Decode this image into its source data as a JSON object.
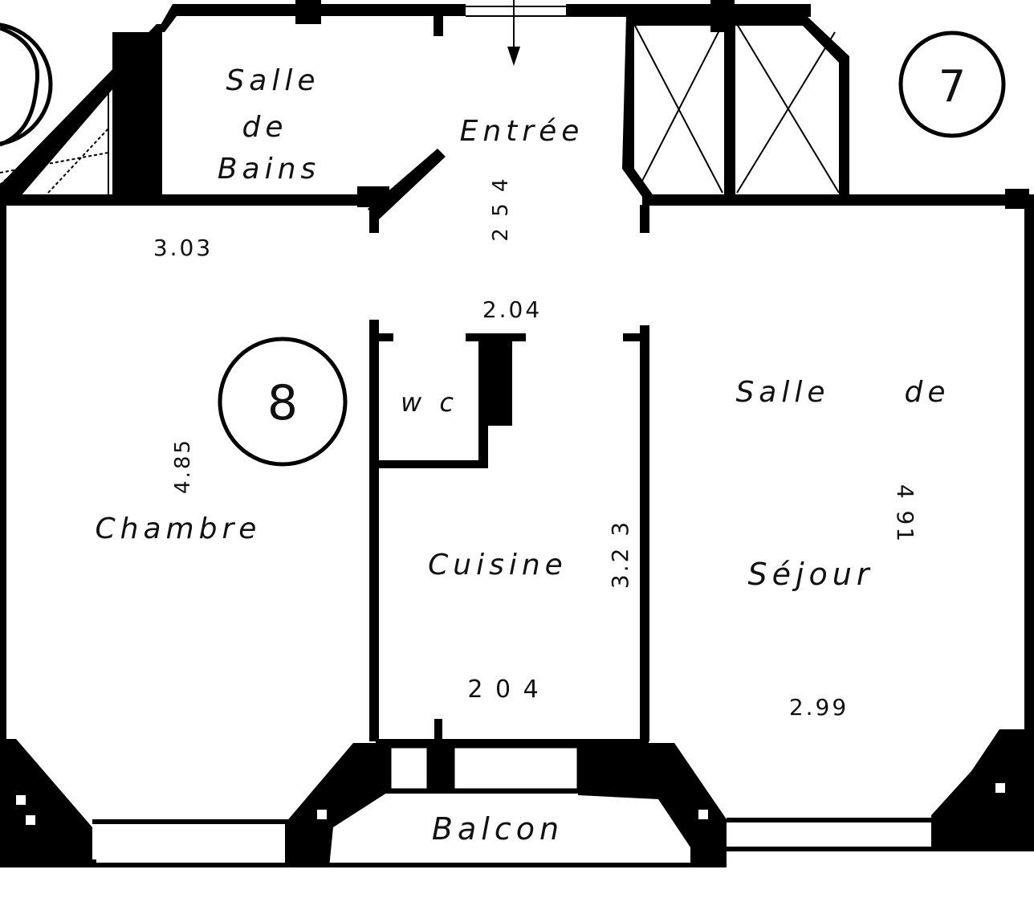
{
  "rooms": {
    "salle_de_bains": [
      "Salle",
      "de",
      "Bains"
    ],
    "entree": "Entrée",
    "wc": "w c",
    "chambre": "Chambre",
    "cuisine": "Cuisine",
    "sejour": [
      "Salle",
      "de",
      "Séjour"
    ],
    "balcon": "Balcon"
  },
  "dimensions": {
    "chambre_width": "3.03",
    "chambre_depth": "4.85",
    "entree_depth": "2 5 4",
    "entree_width": "2.04",
    "cuisine_width": "2 0 4",
    "cuisine_depth": "3.2 3",
    "sejour_width": "2.99",
    "sejour_depth": "4 91"
  },
  "markers": {
    "left_apartment": "8",
    "right_apartment": "7"
  },
  "colors": {
    "ink": "#000000",
    "paper": "#ffffff"
  }
}
